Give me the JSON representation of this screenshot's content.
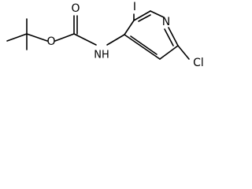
{
  "molecule": {
    "atoms": {
      "iodine": "I",
      "ring_nitrogen": "N",
      "chlorine": "Cl",
      "amide_nitrogen": "NH",
      "ester_oxygen": "O",
      "carbonyl_oxygen": "O"
    }
  }
}
